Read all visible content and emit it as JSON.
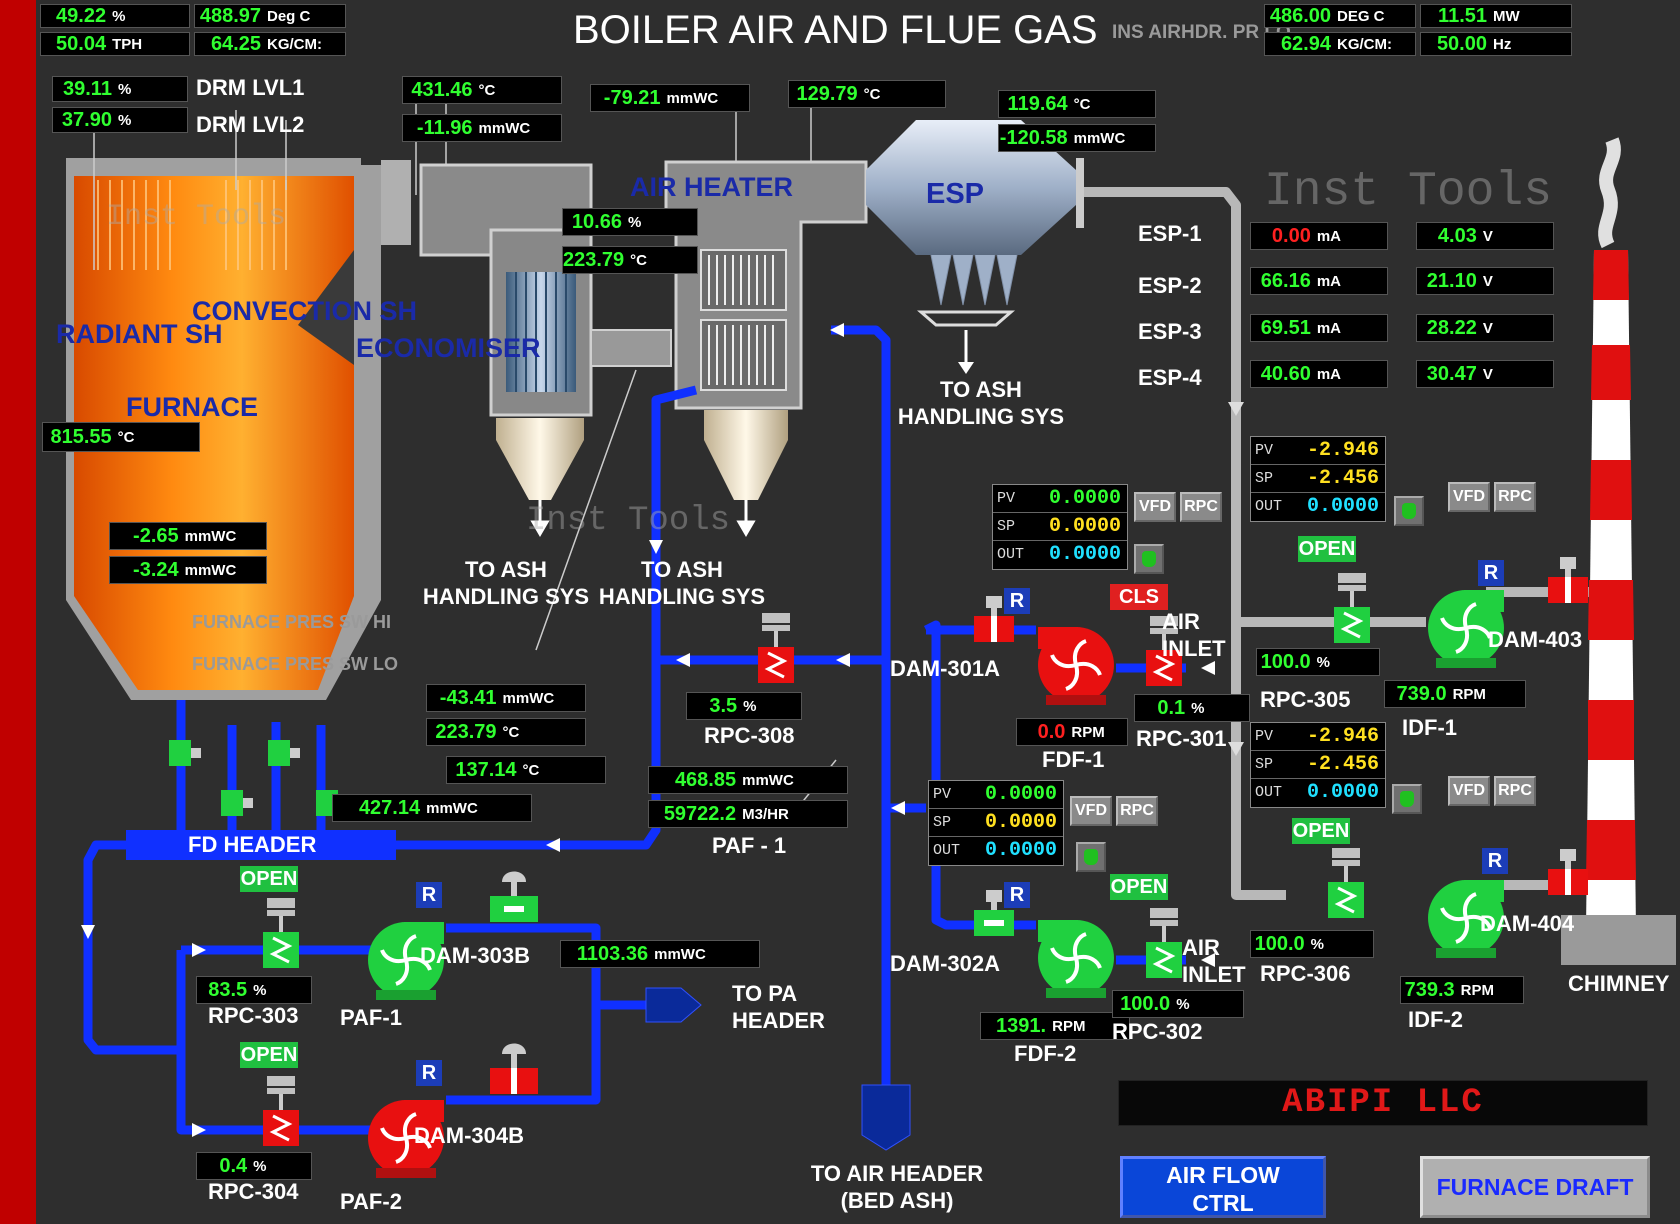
{
  "title": "BOILER AIR AND FLUE GAS",
  "header": {
    "left_values": [
      {
        "value": "49.22",
        "unit": "%"
      },
      {
        "value": "488.97",
        "unit": "Deg C"
      },
      {
        "value": "50.04",
        "unit": "TPH"
      },
      {
        "value": "64.25",
        "unit": "KG/CM:"
      }
    ],
    "right_values": [
      {
        "value": "486.00",
        "unit": "DEG C"
      },
      {
        "value": "11.51",
        "unit": "MW"
      },
      {
        "value": "62.94",
        "unit": "KG/CM:"
      },
      {
        "value": "50.00",
        "unit": "Hz"
      }
    ],
    "overlap_alarm": "INS AIRHDR. PR LO"
  },
  "drum": {
    "lvl1": {
      "value": "39.11",
      "unit": "%",
      "label": "DRM LVL1"
    },
    "lvl2": {
      "value": "37.90",
      "unit": "%",
      "label": "DRM LVL2"
    }
  },
  "furnace": {
    "labels": {
      "radiant": "RADIANT SH",
      "convection": "CONVECTION SH",
      "furnace": "FURNACE",
      "economiser": "ECONOMISER"
    },
    "temp": {
      "value": "815.55",
      "unit": "°C"
    },
    "pres1": {
      "value": "-2.65",
      "unit": "mmWC"
    },
    "pres2": {
      "value": "-3.24",
      "unit": "mmWC"
    },
    "alarm_hi": "FURNACE PRES SW HI",
    "alarm_lo": "FURNACE PRES SW LO"
  },
  "gas_path": {
    "econ_in_temp": {
      "value": "431.46",
      "unit": "°C"
    },
    "econ_in_pres": {
      "value": "-11.96",
      "unit": "mmWC"
    },
    "ah_pres": {
      "value": "-79.21",
      "unit": "mmWC"
    },
    "ah_temp": {
      "value": "129.79",
      "unit": "°C"
    },
    "esp_out_temp": {
      "value": "119.64",
      "unit": "°C"
    },
    "esp_out_pres": {
      "value": "-120.58",
      "unit": "mmWC"
    },
    "o2": {
      "value": "10.66",
      "unit": "%"
    },
    "ah_out_temp": {
      "value": "223.79",
      "unit": "°C"
    },
    "air_heater_label": "AIR HEATER",
    "esp_label": "ESP",
    "ash1": "TO ASH\nHANDLING SYS",
    "ash2": "TO ASH\nHANDLING SYS",
    "ash3": "TO ASH\nHANDLING SYS"
  },
  "esp": [
    {
      "name": "ESP-1",
      "ma": "0.00",
      "ma_unit": "mA",
      "v": "4.03",
      "v_unit": "V",
      "ma_alarm": true
    },
    {
      "name": "ESP-2",
      "ma": "66.16",
      "ma_unit": "mA",
      "v": "21.10",
      "v_unit": "V",
      "ma_alarm": false
    },
    {
      "name": "ESP-3",
      "ma": "69.51",
      "ma_unit": "mA",
      "v": "28.22",
      "v_unit": "V",
      "ma_alarm": false
    },
    {
      "name": "ESP-4",
      "ma": "40.60",
      "ma_unit": "mA",
      "v": "30.47",
      "v_unit": "V",
      "ma_alarm": false
    }
  ],
  "air_path": {
    "sa_pres": {
      "value": "-43.41",
      "unit": "mmWC"
    },
    "sa_temp": {
      "value": "223.79",
      "unit": "°C"
    },
    "pa_temp": {
      "value": "137.14",
      "unit": "°C"
    },
    "fd_hdr_pres": {
      "value": "427.14",
      "unit": "mmWC"
    },
    "paf_pres": {
      "value": "468.85",
      "unit": "mmWC"
    },
    "paf_flow": {
      "value": "59722.2",
      "unit": "M3/HR"
    },
    "paf_flow_label": "PAF - 1",
    "pa_hdr_pres": {
      "value": "1103.36",
      "unit": "mmWC"
    },
    "fd_header_label": "FD HEADER",
    "to_pa_header": "TO PA\nHEADER",
    "to_air_header": "TO AIR HEADER\n(BED ASH)"
  },
  "rpc308": {
    "value": "3.5",
    "unit": "%",
    "label": "RPC-308"
  },
  "rpc303": {
    "value": "83.5",
    "unit": "%",
    "label": "RPC-303",
    "state": "OPEN"
  },
  "rpc304": {
    "value": "0.4",
    "unit": "%",
    "label": "RPC-304",
    "state": "OPEN"
  },
  "paf1": {
    "label": "PAF-1",
    "damper": "DAM-303B",
    "mode": "R"
  },
  "paf2": {
    "label": "PAF-2",
    "damper": "DAM-304B",
    "mode": "R"
  },
  "fdf1": {
    "label": "FDF-1",
    "damper": "DAM-301A",
    "mode": "R",
    "rpm": {
      "value": "0.0",
      "unit": "RPM"
    },
    "rpc_label": "RPC-301",
    "rpc": {
      "value": "0.1",
      "unit": "%"
    },
    "state": "CLS",
    "air_inlet": "AIR\nINLET",
    "pid": {
      "pv": "0.0000",
      "sp": "0.0000",
      "out": "0.0000"
    }
  },
  "fdf2": {
    "label": "FDF-2",
    "damper": "DAM-302A",
    "mode": "R",
    "rpm": {
      "value": "1391.",
      "unit": "RPM"
    },
    "rpc_label": "RPC-302",
    "rpc": {
      "value": "100.0",
      "unit": "%"
    },
    "state": "OPEN",
    "air_inlet": "AIR\nINLET",
    "pid": {
      "pv": "0.0000",
      "sp": "0.0000",
      "out": "0.0000"
    }
  },
  "idf1": {
    "label": "IDF-1",
    "damper": "DAM-403",
    "mode": "R",
    "rpm": {
      "value": "739.0",
      "unit": "RPM"
    },
    "rpc_label": "RPC-305",
    "rpc": {
      "value": "100.0",
      "unit": "%"
    },
    "state": "OPEN",
    "pid": {
      "pv": "-2.946",
      "sp": "-2.456",
      "out": "0.0000"
    }
  },
  "idf2": {
    "label": "IDF-2",
    "damper": "DAM-404",
    "mode": "R",
    "rpm": {
      "value": "739.3",
      "unit": "RPM"
    },
    "rpc_label": "RPC-306",
    "rpc": {
      "value": "100.0",
      "unit": "%"
    },
    "state": "OPEN",
    "pid": {
      "pv": "-2.946",
      "sp": "-2.456",
      "out": "0.0000"
    }
  },
  "pid_labels": {
    "pv": "PV",
    "sp": "SP",
    "out": "OUT",
    "vfd": "VFD",
    "rpc": "RPC"
  },
  "chimney_label": "CHIMNEY",
  "company": "ABIPI LLC",
  "buttons": {
    "air_flow": "AIR FLOW\nCTRL",
    "furnace_draft": "FURNACE DRAFT"
  },
  "watermark": "Inst  Tools",
  "colors": {
    "pipe_air": "#1030ff",
    "pipe_flue": "#b8b8b8",
    "run": "#20d040",
    "stop": "#e81010",
    "open": "#20c040",
    "mode": "#1c3db8",
    "value": "#30ff30"
  }
}
